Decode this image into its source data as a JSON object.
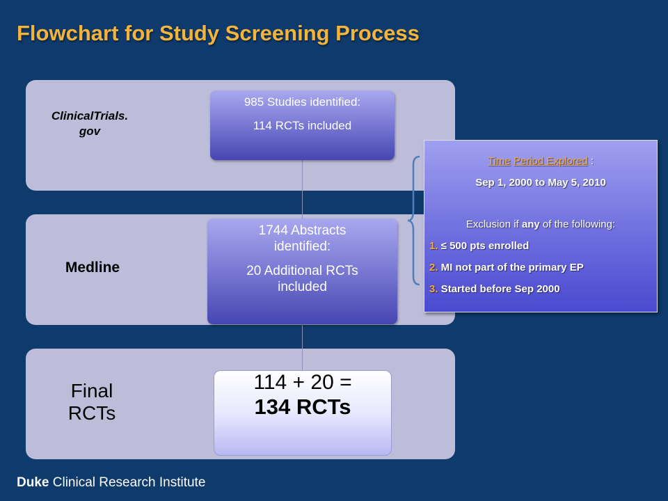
{
  "title": "Flowchart for Study Screening Process",
  "bands": [
    {
      "label": "ClinicalTrials.\ngov"
    },
    {
      "label": "Medline"
    },
    {
      "label": "Final\nRCTs"
    }
  ],
  "boxes": {
    "clinicaltrials": {
      "line1": "985 Studies identified:",
      "line2": "114 RCTs included"
    },
    "medline": {
      "line1": "1744 Abstracts\nidentified:",
      "line2": "20 Additional RCTs\nincluded"
    },
    "final": {
      "line1": "114 + 20 =",
      "line2": "134 RCTs"
    }
  },
  "info": {
    "time_label_a": "Time",
    "time_label_b": "Period Explored",
    "time_colon": " :",
    "date_range": "Sep 1, 2000 to May 5, 2010",
    "exclusion_pre": "Exclusion if ",
    "exclusion_any": "any",
    "exclusion_post": " of the following:",
    "items": [
      {
        "num": "1.",
        "text": " ≤ 500 pts enrolled"
      },
      {
        "num": "2.",
        "text": " MI not part of the primary EP"
      },
      {
        "num": "3.",
        "text": " Started before Sep 2000"
      }
    ]
  },
  "footer": {
    "org_bold": "Duke",
    "org_rest": " Clinical Research Institute"
  }
}
